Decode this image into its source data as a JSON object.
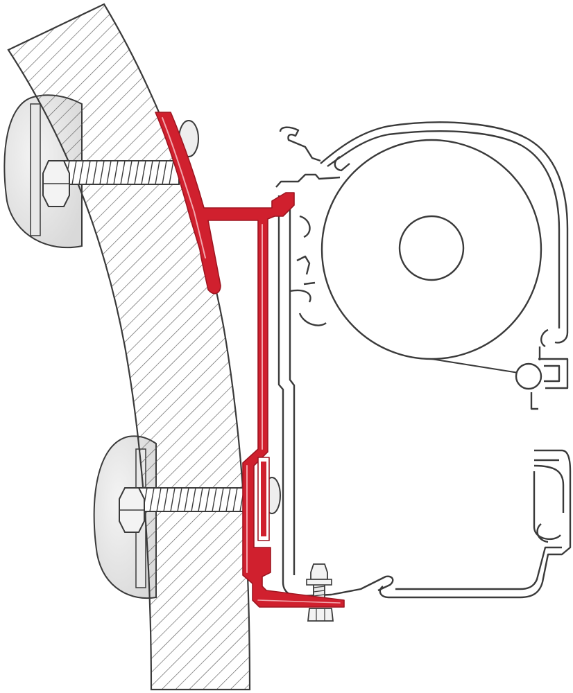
{
  "diagram": {
    "type": "technical-cross-section",
    "background_color": "#ffffff",
    "outline_color": "#3a3a3a",
    "bracket_color": "#d0202e",
    "bracket_highlight_color": "#f2a6ad",
    "cap_color": "#e6e6e6",
    "hatch_color": "#5a5a5a",
    "parts": [
      "wall-section",
      "upper-wall-cap",
      "lower-wall-cap",
      "upper-bolt",
      "lower-bolt",
      "adapter-bracket",
      "awning-rail",
      "awning-casing",
      "fabric-roller",
      "roller-axle",
      "front-bar",
      "guide-roller",
      "bottom-bolt"
    ]
  }
}
